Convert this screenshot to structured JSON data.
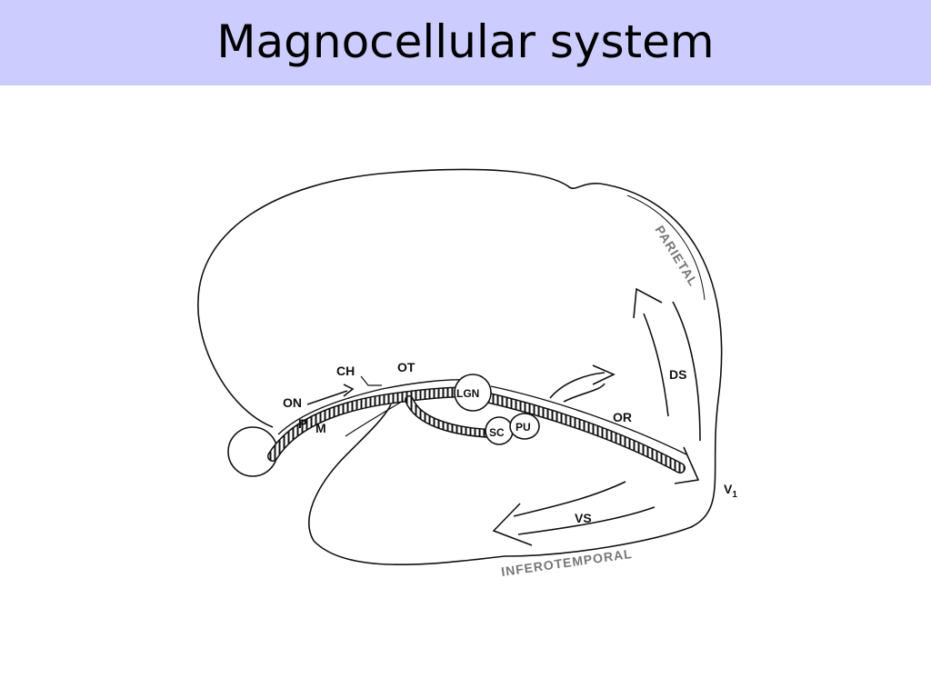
{
  "slide": {
    "title": "Magnocellular system"
  },
  "colors": {
    "title_bar": "#ccccff",
    "ink": "#111111",
    "region_label": "#777777"
  },
  "labels": {
    "on": "ON",
    "ch": "CH",
    "ot": "OT",
    "p": "P",
    "m": "M",
    "lgn": "LGN",
    "sc": "SC",
    "pu": "PU",
    "or": "OR",
    "ds": "DS",
    "vs": "VS",
    "v1": "V",
    "v1_sub": "1",
    "parietal": "PARIETAL",
    "inferotemporal": "INFEROTEMPORAL"
  }
}
